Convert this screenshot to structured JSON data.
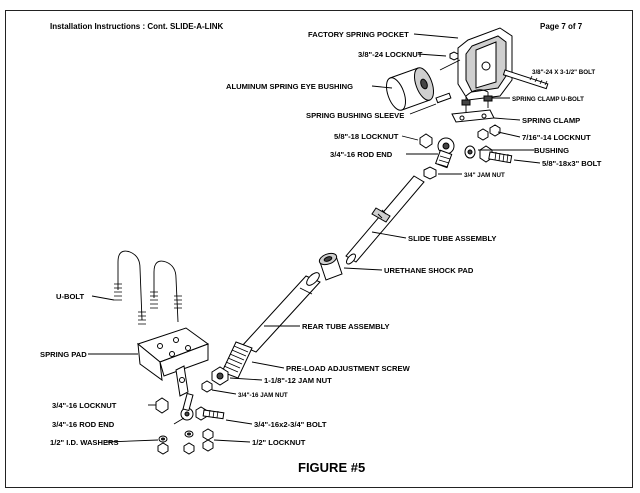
{
  "header": {
    "left_text": "Installation Instructions : Cont. SLIDE-A-LINK",
    "right_text": "Page 7 of 7"
  },
  "figure": {
    "caption": "FIGURE #5",
    "labels": {
      "factory_spring_pocket": "FACTORY SPRING POCKET",
      "locknut_38_24": "3/8\"-24 LOCKNUT",
      "bolt_38_24x3_12": "3/8\"-24 X 3-1/2\" BOLT",
      "aluminum_spring_eye_bushing": "ALUMINUM SPRING EYE BUSHING",
      "spring_clamp_ubolt": "SPRING CLAMP U-BOLT",
      "spring_bushing_sleeve": "SPRING BUSHING SLEEVE",
      "spring_clamp": "SPRING CLAMP",
      "locknut_58_18": "5/8\"-18 LOCKNUT",
      "locknut_716_14": "7/16\"-14 LOCKNUT",
      "bushing": "BUSHING",
      "rod_end_34_16_top": "3/4\"-16 ROD END",
      "bolt_58_18x3": "5/8\"-18x3\" BOLT",
      "jam_nut_34_top": "3/4\" JAM NUT",
      "slide_tube_assembly": "SLIDE TUBE ASSEMBLY",
      "urethane_shock_pad": "URETHANE SHOCK PAD",
      "u_bolt": "U-BOLT",
      "rear_tube_assembly": "REAR TUBE ASSEMBLY",
      "spring_pad": "SPRING PAD",
      "preload_adjustment_screw": "PRE-LOAD ADJUSTMENT SCREW",
      "jam_nut_1_18_12": "1-1/8\"-12 JAM NUT",
      "jam_nut_34_16": "3/4\"-16 JAM NUT",
      "locknut_34_16": "3/4\"-16 LOCKNUT",
      "rod_end_34_16_bottom": "3/4\"-16 ROD END",
      "bolt_34_16x2_34": "3/4\"-16x2-3/4\" BOLT",
      "washers_12_id": "1/2\" I.D. WASHERS",
      "locknut_12": "1/2\" LOCKNUT"
    }
  }
}
